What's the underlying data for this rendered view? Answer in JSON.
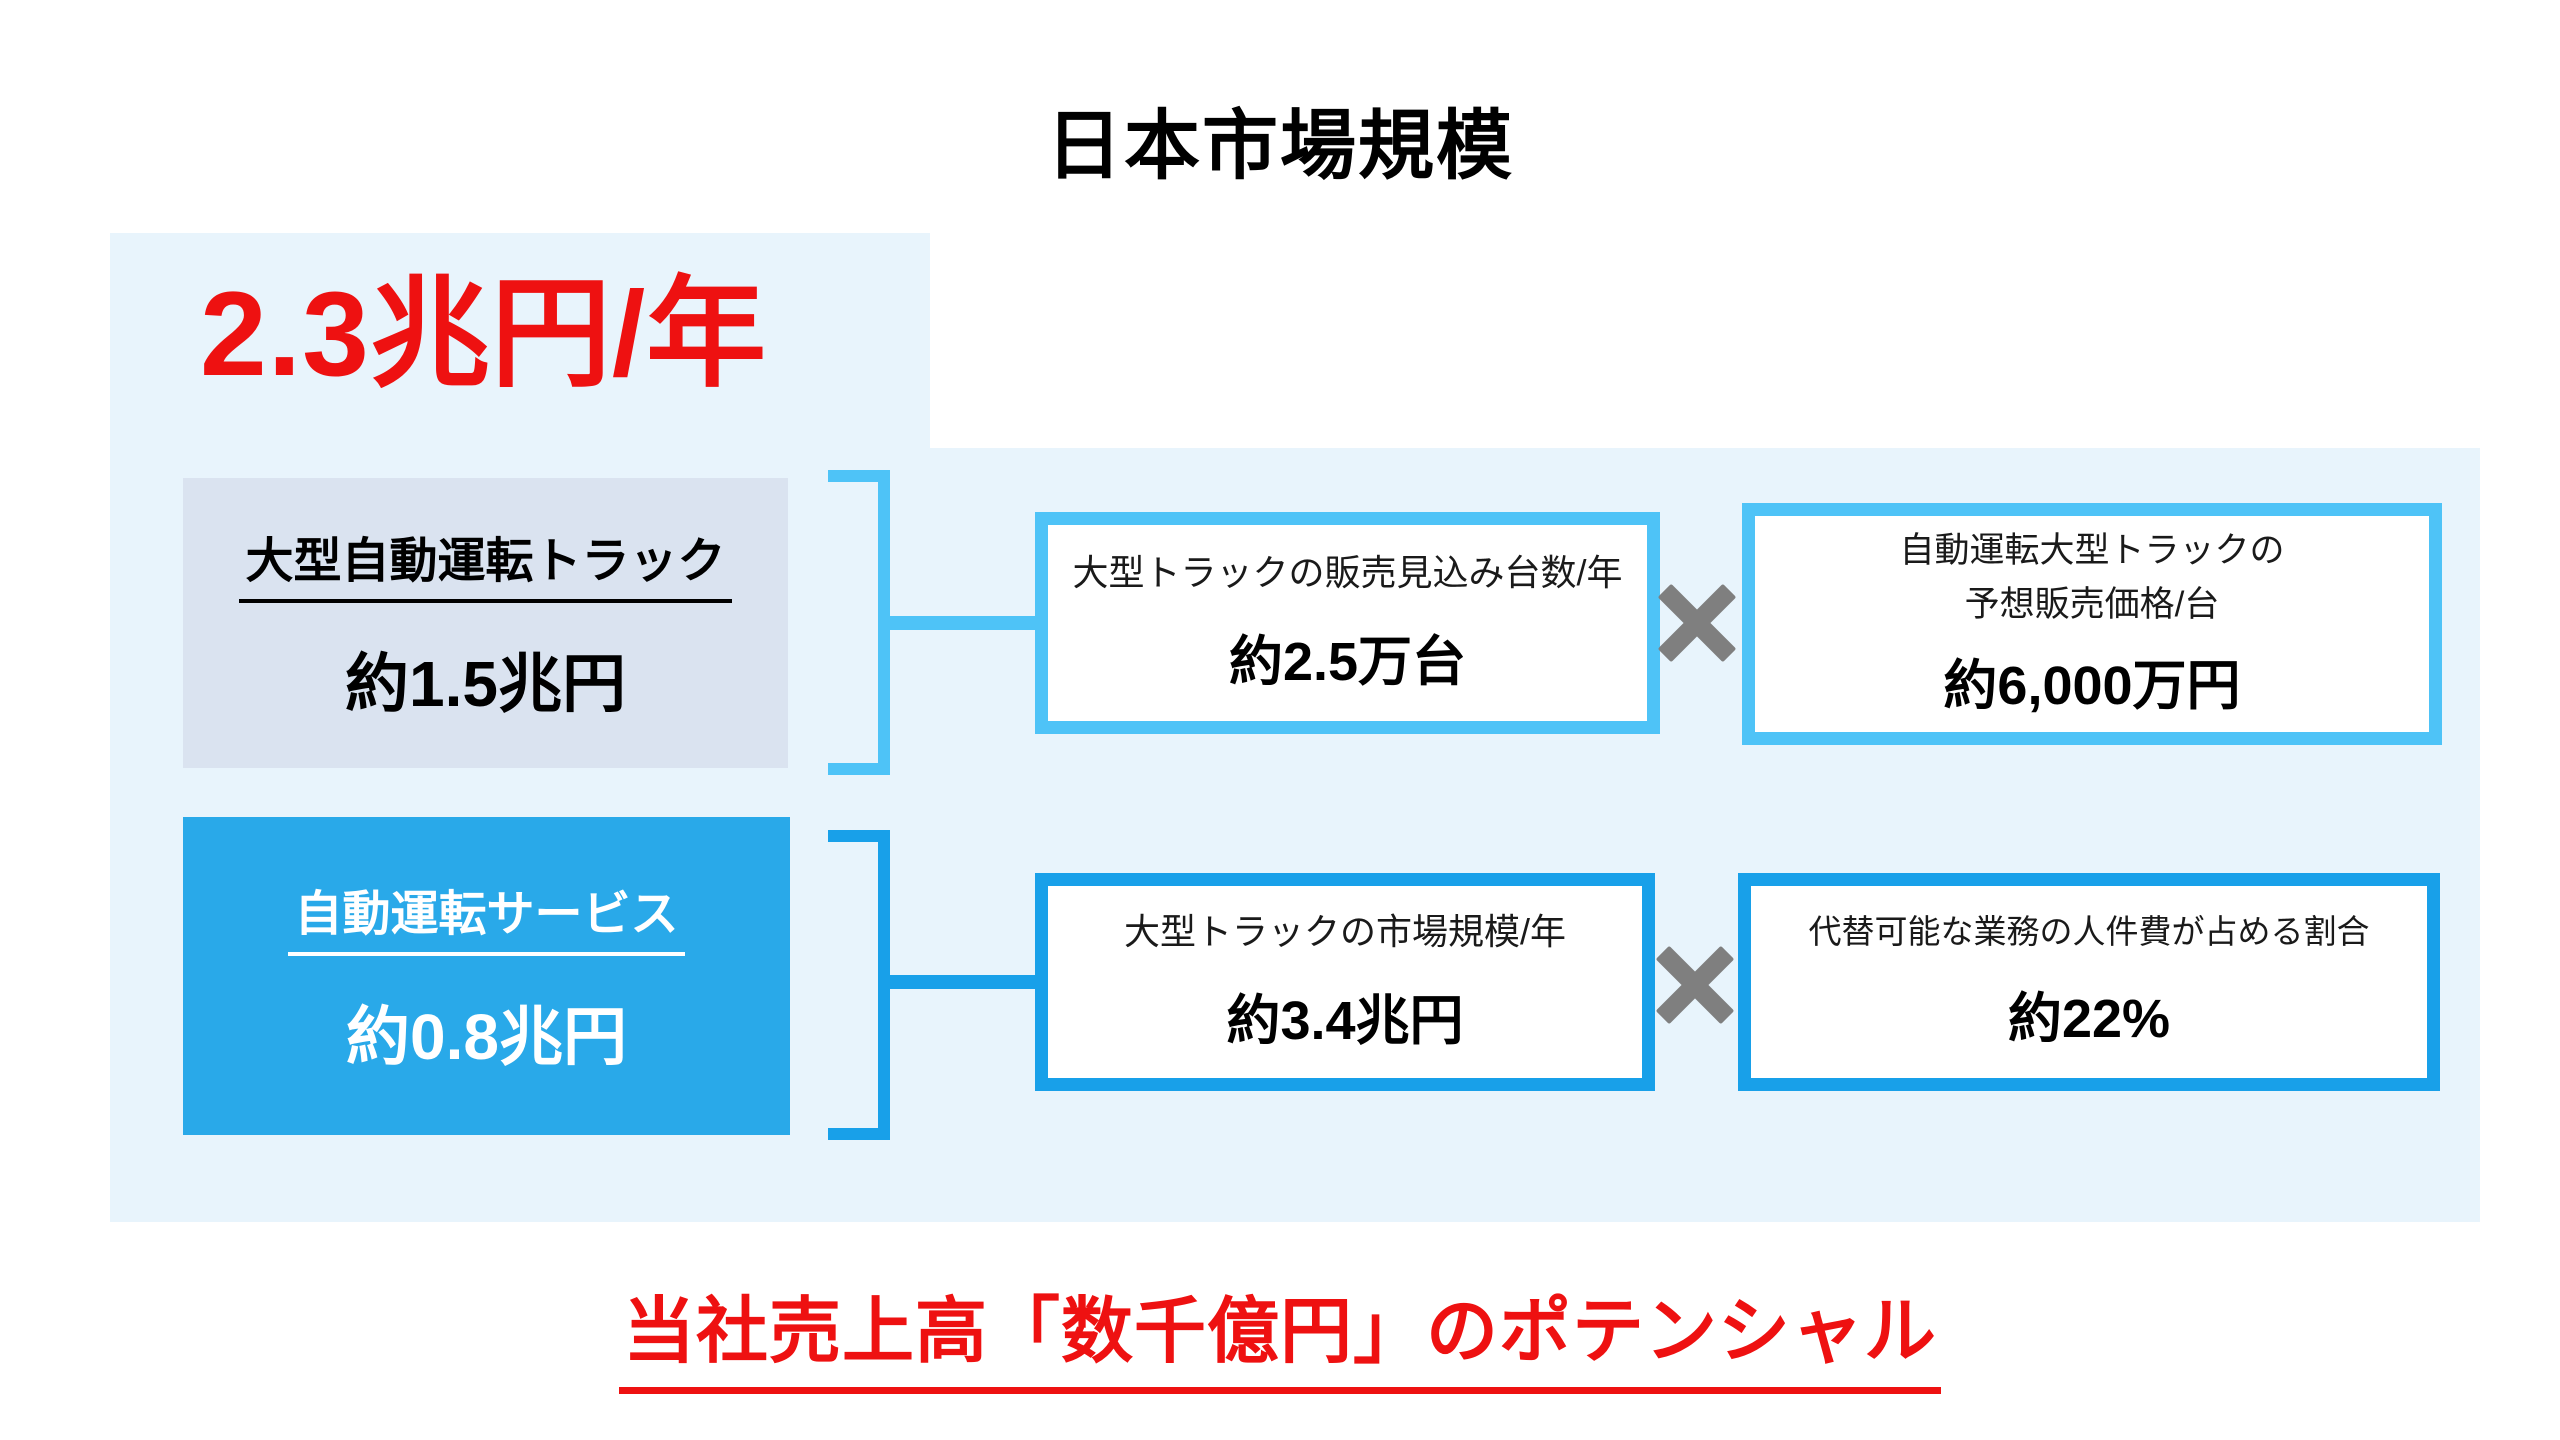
{
  "title": "日本市場規模",
  "total": {
    "value": "2.3兆円/年"
  },
  "segments": [
    {
      "label": "大型自動運転トラック",
      "value": "約1.5兆円"
    },
    {
      "label": "自動運転サービス",
      "value": "約0.8兆円"
    }
  ],
  "rows": [
    {
      "factor1": {
        "caption": "大型トラックの販売見込み台数/年",
        "value": "約2.5万台"
      },
      "operator": "×",
      "factor2": {
        "caption_line1": "自動運転大型トラックの",
        "caption_line2": "予想販売価格/台",
        "value": "約6,000万円"
      }
    },
    {
      "factor1": {
        "caption": "大型トラックの市場規模/年",
        "value": "約3.4兆円"
      },
      "operator": "×",
      "factor2": {
        "caption": "代替可能な業務の人件費が占める割合",
        "value": "約22%"
      }
    }
  ],
  "footer": "当社売上高「数千億円」のポテンシャル",
  "colors": {
    "accent_red": "#ee1111",
    "panel_light_blue": "#e8f4fc",
    "segment_gray": "#dae3f0",
    "segment_blue": "#29a9e9",
    "border_light_blue": "#4ec3f7",
    "border_deep_blue": "#18a0e9",
    "operator_gray": "#7f7f7f"
  }
}
